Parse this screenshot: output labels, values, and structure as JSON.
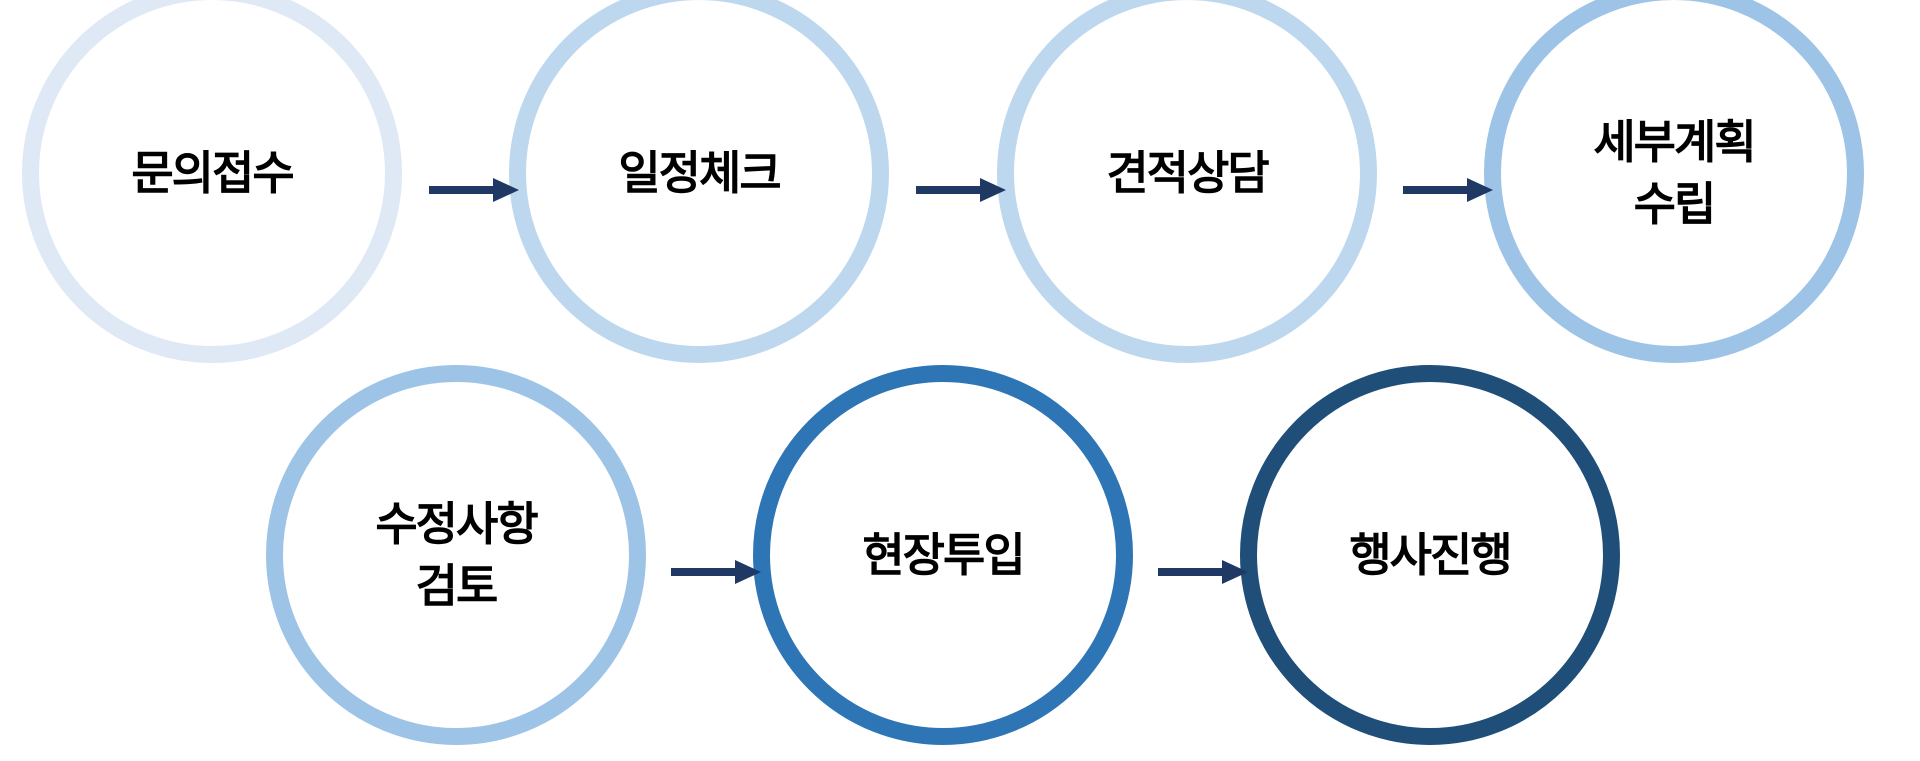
{
  "steps": [
    {
      "label": "문의접수",
      "color": "#dee9f5"
    },
    {
      "label": "일정체크",
      "color": "#bdd7ee"
    },
    {
      "label": "견적상담",
      "color": "#bdd7ee"
    },
    {
      "label": "세부계획\n수립",
      "color": "#9dc3e6"
    },
    {
      "label": "수정사항\n검토",
      "color": "#9dc3e6"
    },
    {
      "label": "현장투입",
      "color": "#2e75b6"
    },
    {
      "label": "행사진행",
      "color": "#1f4e79"
    }
  ],
  "arrow_color": "#203864"
}
